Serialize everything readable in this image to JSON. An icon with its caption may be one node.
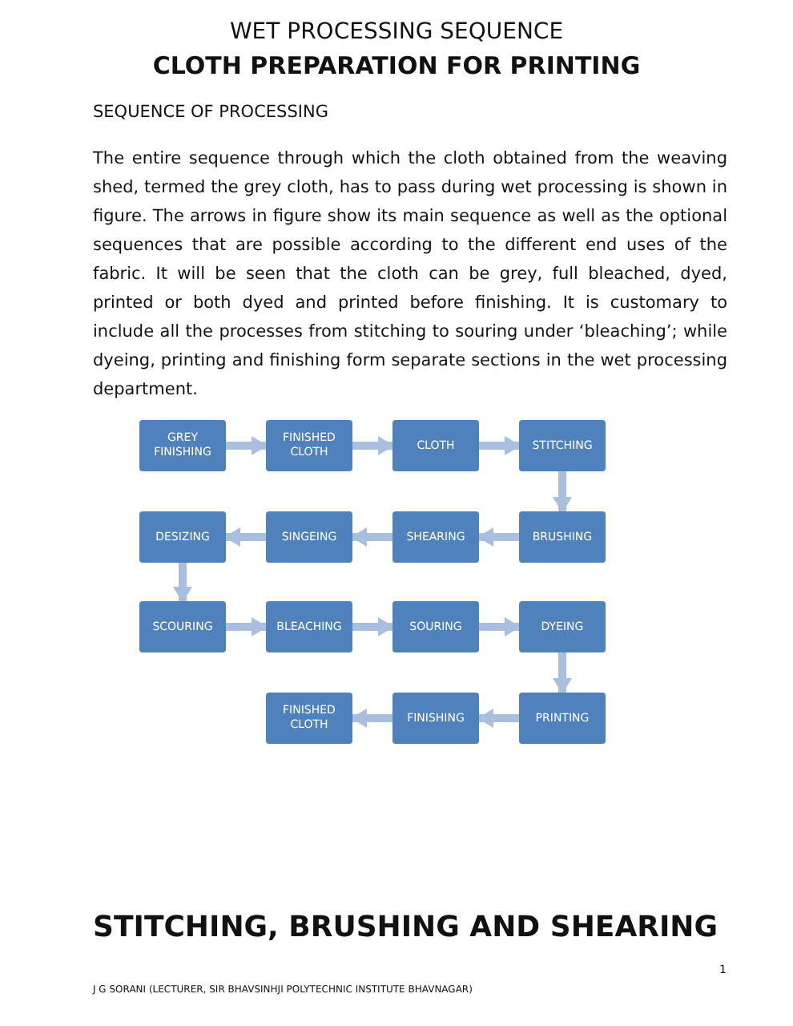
{
  "diagram": {
    "title": "WET PROCESSING SEQUENCE",
    "nodes": [
      {
        "text": [
          "GREY FINISHING"
        ]
      },
      {
        "text": [
          "FINISHED CLOTH"
        ]
      },
      {
        "text": [
          "CLOTH"
        ]
      },
      {
        "text": [
          "STITCHING"
        ]
      },
      {
        "text": [
          "DESIZING"
        ]
      },
      {
        "text": [
          "SINGEING"
        ]
      },
      {
        "text": [
          "SHEARING"
        ]
      },
      {
        "text": [
          "BRUSHING"
        ]
      },
      {
        "text": [
          "SCOURING"
        ]
      },
      {
        "text": [
          "BLEACHING"
        ]
      },
      {
        "text": [
          "SOURING"
        ]
      },
      {
        "text": [
          "DYEING"
        ]
      },
      {
        "text": [
          "FINISHED CLOTH"
        ]
      },
      {
        "text": [
          "FINISHING"
        ]
      },
      {
        "text": [
          "PRINTING"
        ]
      }
    ],
    "edges": [
      {
        "from": 0,
        "to": 1,
        "arrow": "to"
      },
      {
        "from": 1,
        "to": 2,
        "arrow": "to"
      },
      {
        "from": 2,
        "to": 3,
        "arrow": "to"
      },
      {
        "from": 3,
        "to": 7,
        "arrow": "to"
      },
      {
        "from": 7,
        "to": 6,
        "arrow": "to"
      },
      {
        "from": 6,
        "to": 5,
        "arrow": "to"
      },
      {
        "from": 5,
        "to": 4,
        "arrow": "to"
      },
      {
        "from": 4,
        "to": 8,
        "arrow": "to"
      },
      {
        "from": 8,
        "to": 9,
        "arrow": "to"
      },
      {
        "from": 9,
        "to": 10,
        "arrow": "to"
      },
      {
        "from": 10,
        "to": 11,
        "arrow": "to"
      },
      {
        "from": 11,
        "to": 14,
        "arrow": "to"
      },
      {
        "from": 14,
        "to": 13,
        "arrow": "to"
      },
      {
        "from": 13,
        "to": 12,
        "arrow": "to"
      }
    ],
    "labels": [
      "CLOTH PREPARATION FOR PRINTING",
      "SEQUENCE OF PROCESSING",
      "The entire sequence through which the cloth obtained from the weaving shed, termed the grey cloth, has to pass during wet processing is shown in figure. The arrows in figure show its main sequence as well as the optional sequences that are possible according to the different end uses of the fabric. It will be seen that the cloth can be grey, full bleached, dyed, printed or both dyed and printed before finishing. It is customary to include all the processes from stitching to souring under ‘bleaching’; while dyeing, printing and finishing form separate sections in the wet processing department.",
      "STITCHING, BRUSHING AND SHEARING",
      "1",
      "J G SORANI (LECTURER, SIR BHAVSINHJI POLYTECHNIC INSTITUTE BHAVNAGAR)"
    ]
  }
}
